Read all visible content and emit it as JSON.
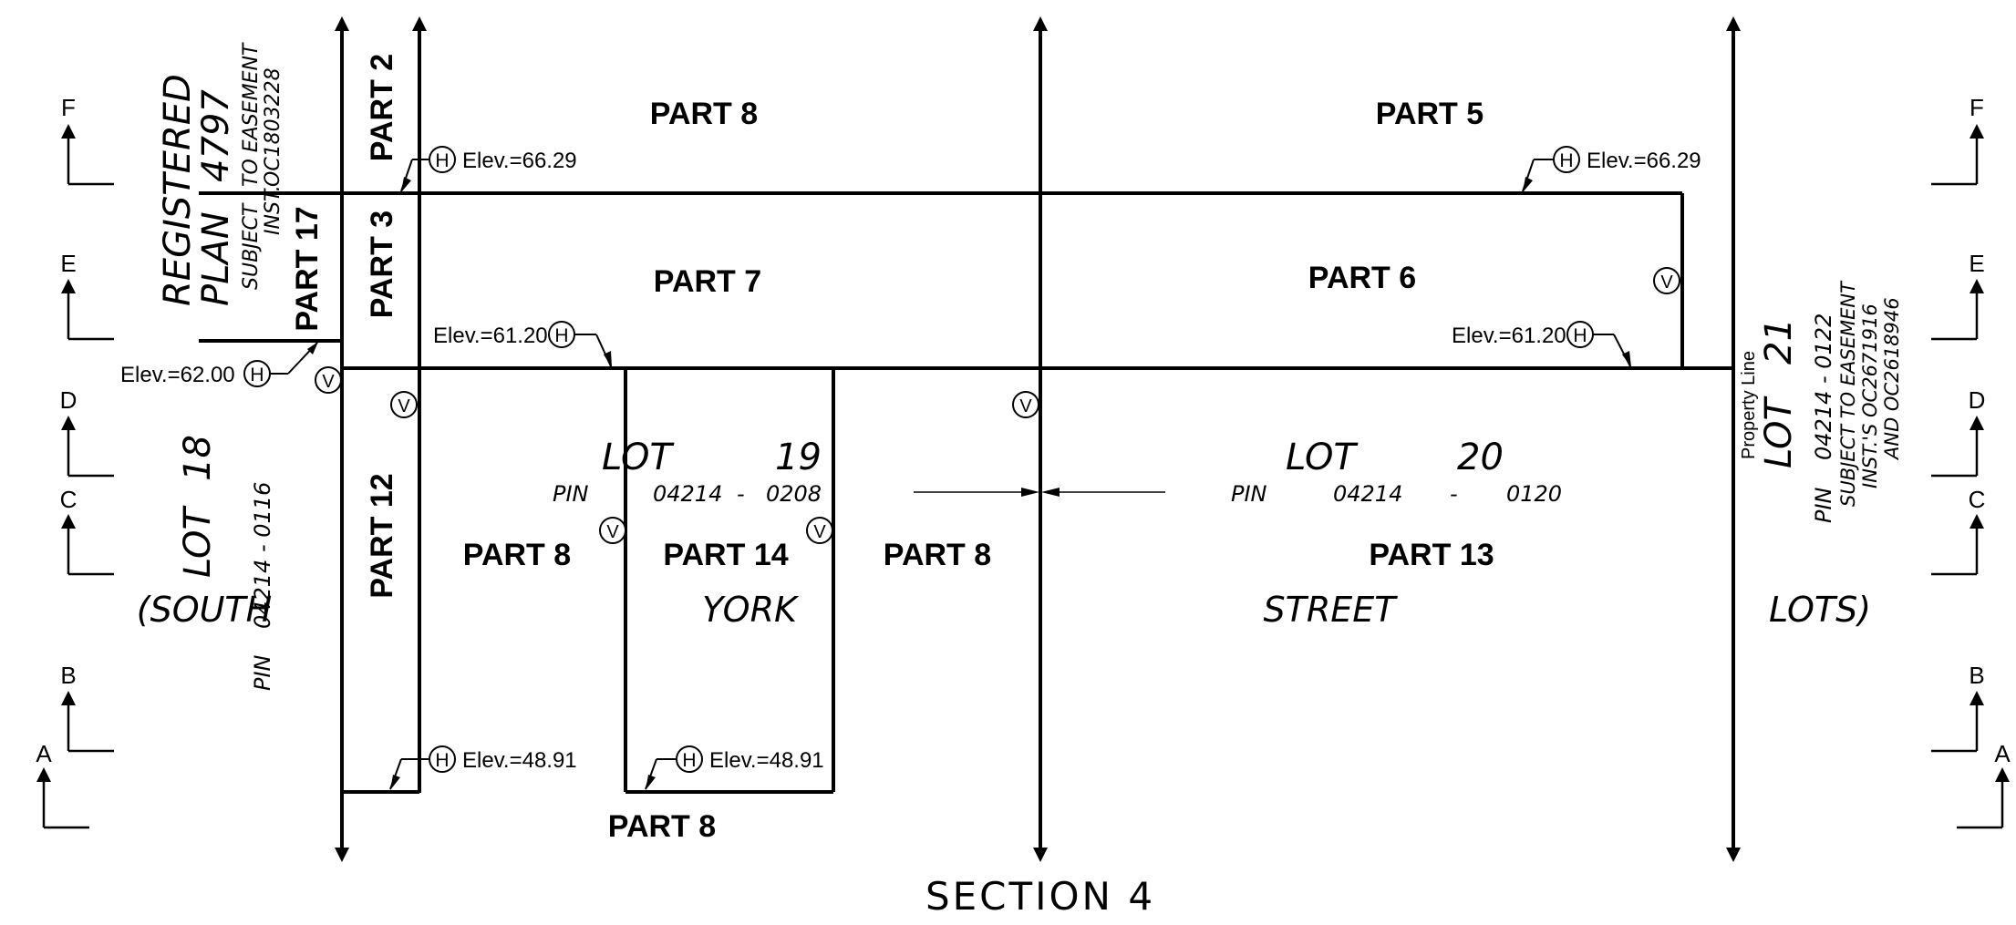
{
  "drawing": {
    "title": "SECTION 4",
    "property_line_label": "Property Line",
    "section_markers": {
      "left": [
        "F",
        "E",
        "D",
        "C",
        "B",
        "A"
      ],
      "right": [
        "F",
        "E",
        "D",
        "C",
        "B",
        "A"
      ]
    },
    "parts": {
      "part2": "PART 2",
      "part3": "PART 3",
      "part17": "PART 17",
      "part12": "PART 12",
      "part8_top": "PART 8",
      "part5": "PART 5",
      "part7": "PART 7",
      "part6": "PART 6",
      "part8_left": "PART 8",
      "part14": "PART 14",
      "part8_mid": "PART 8",
      "part13": "PART 13",
      "part8_bottom": "PART 8"
    },
    "plan": {
      "line1": "REGISTERED",
      "line2": "PLAN",
      "number": "4797",
      "easement1": "SUBJECT",
      "easement2": "TO EASEMENT",
      "easement3": "INST.",
      "easement4": "OC1803228"
    },
    "lots": {
      "lot18": {
        "label": "LOT",
        "number": "18",
        "pin_label": "PIN",
        "pin": "04214 - 0116"
      },
      "lot19": {
        "label": "LOT",
        "number": "19",
        "pin_label": "PIN",
        "pin1": "04214",
        "dash": "-",
        "pin2": "0208"
      },
      "lot20": {
        "label": "LOT",
        "number": "20",
        "pin_label": "PIN",
        "pin1": "04214",
        "dash": "-",
        "pin2": "0120"
      },
      "lot21": {
        "label": "LOT",
        "number": "21",
        "pin_label": "PIN",
        "pin": "04214 - 0122",
        "easement1": "SUBJECT TO EASEMENT",
        "easement2": "INST.'S OC2671916",
        "easement3": "AND OC2618946"
      }
    },
    "street_words": [
      "(SOUTH",
      "YORK",
      "STREET",
      "LOTS)"
    ],
    "elevations": {
      "top_left": "Elev.=66.29",
      "top_right": "Elev.=66.29",
      "mid_left": "Elev.=61.20",
      "mid_right": "Elev.=61.20",
      "far_left": "Elev.=62.00",
      "bottom_left": "Elev.=48.91",
      "bottom_mid": "Elev.=48.91"
    },
    "symbols": {
      "horizontal": "H",
      "vertical": "V"
    }
  }
}
